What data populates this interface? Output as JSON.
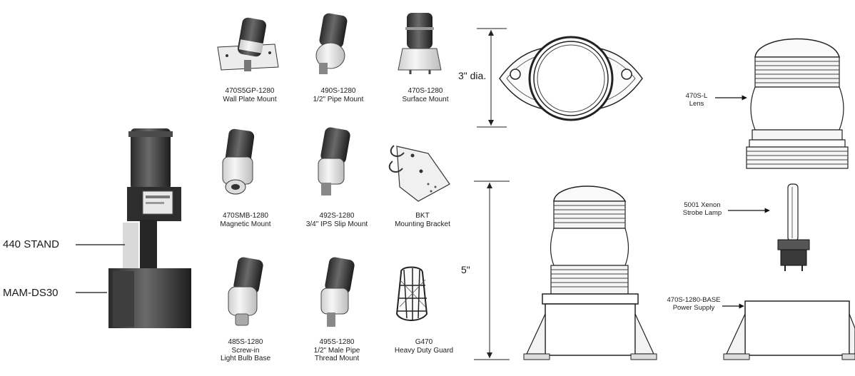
{
  "stand": {
    "label_stand": "440 STAND",
    "label_mount": "MAM-DS30"
  },
  "mounts": [
    {
      "part": "470S5GP-1280",
      "desc": "Wall Plate Mount",
      "icon": "wall-plate-mount-icon"
    },
    {
      "part": "490S-1280",
      "desc": "1/2\" Pipe Mount",
      "icon": "pipe-mount-icon"
    },
    {
      "part": "470S-1280",
      "desc": "Surface Mount",
      "icon": "surface-mount-icon"
    },
    {
      "part": "470SMB-1280",
      "desc": "Magnetic Mount",
      "icon": "magnetic-mount-icon"
    },
    {
      "part": "492S-1280",
      "desc": "3/4\" IPS Slip Mount",
      "icon": "slip-mount-icon"
    },
    {
      "part": "BKT",
      "desc": "Mounting Bracket",
      "icon": "mounting-bracket-icon"
    },
    {
      "part": "485S-1280",
      "desc": "Screw-in",
      "desc2": "Light Bulb Base",
      "icon": "screw-in-base-icon"
    },
    {
      "part": "495S-1280",
      "desc": "1/2\" Male Pipe",
      "desc2": "Thread Mount",
      "icon": "male-pipe-thread-icon"
    },
    {
      "part": "G470",
      "desc": "Heavy Duty Guard",
      "icon": "heavy-duty-guard-icon"
    }
  ],
  "dimensions": {
    "diameter": "3\" dia.",
    "height": "5\""
  },
  "components": {
    "lens_part": "470S-L",
    "lens_desc": "Lens",
    "lamp_part": "5001 Xenon",
    "lamp_desc": "Strobe Lamp",
    "base_part": "470S-1280-BASE",
    "base_desc": "Power Supply"
  }
}
